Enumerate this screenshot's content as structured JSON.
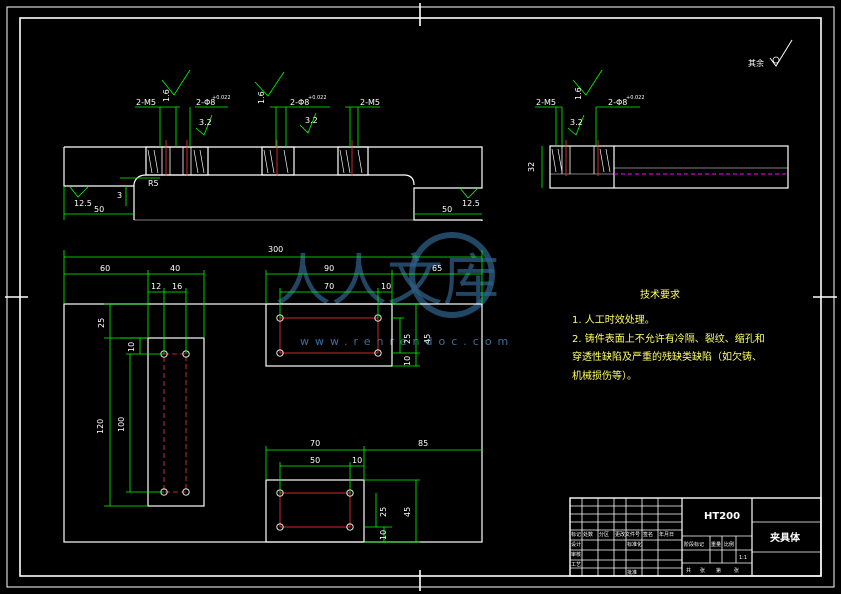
{
  "colors": {
    "background": "#000000",
    "outline": "#ffffff",
    "dimension": "#00ff00",
    "center_line": "#ff3333",
    "hidden_line": "#ff00ff",
    "note_text": "#ffff66",
    "hatch": "#ffffff",
    "watermark": "#2e5f86"
  },
  "surface_note": {
    "label": "其余"
  },
  "front_view": {
    "dims": {
      "thread_1": "2-M5",
      "rough_1": "1.6",
      "rough_1b": "3.2",
      "hole_1": "2-Φ8",
      "hole_1_tol": "+0.022",
      "rough_2": "1.6",
      "rough_2b": "3.2",
      "hole_2": "2-Φ8",
      "hole_2_tol": "+0.022",
      "thread_2": "2-M5",
      "radius": "R5",
      "width_left": "50",
      "width_right": "50",
      "rough_left": "12.5",
      "rough_right": "12.5",
      "step": "3"
    }
  },
  "side_view": {
    "dims": {
      "thread": "2-M5",
      "rough_1": "1.6",
      "rough_2": "3.2",
      "hole": "2-Φ8",
      "hole_tol": "+0.022",
      "height": "32"
    }
  },
  "top_view": {
    "dims": {
      "overall": "300",
      "d60": "60",
      "d40": "40",
      "d12": "12",
      "d16": "16",
      "d90": "90",
      "d65": "65",
      "d70a": "70",
      "d10a": "10",
      "d25": "25",
      "d10b": "10",
      "d120": "120",
      "d100": "100",
      "d25b": "25",
      "d45": "45",
      "d10c": "10",
      "d70b": "70",
      "d85": "85",
      "d50": "50",
      "d10d": "10",
      "d25c": "25",
      "d45b": "45",
      "d10e": "10"
    }
  },
  "tech_requirements": {
    "title": "技术要求",
    "line1": "1. 人工时效处理。",
    "line2": "2. 铸件表面上不允许有冷隔、裂纹、缩孔和",
    "line3": "穿透性缺陷及严重的残缺类缺陷（如欠铸、",
    "line4": "机械损伤等）。"
  },
  "title_block": {
    "material": "HT200",
    "part_name": "夹具体",
    "label_stage": "阶段标记",
    "label_weight": "重量",
    "label_scale": "比例",
    "scale_value": "1:1",
    "label_sheet_total": "共",
    "label_sheet": "张",
    "label_sheet_num": "第",
    "label_sheet2": "张",
    "label_design": "设计",
    "label_review": "审核",
    "label_process": "工艺",
    "label_approve": "批准",
    "label_standard": "标准化",
    "label_mark": "标记",
    "label_count": "处数",
    "label_zone": "分区",
    "label_change": "更改文件号",
    "label_sign": "签名",
    "label_date": "年月日"
  },
  "watermark": {
    "logo_text": "人人文库",
    "url": "www.renrendoc.com"
  }
}
